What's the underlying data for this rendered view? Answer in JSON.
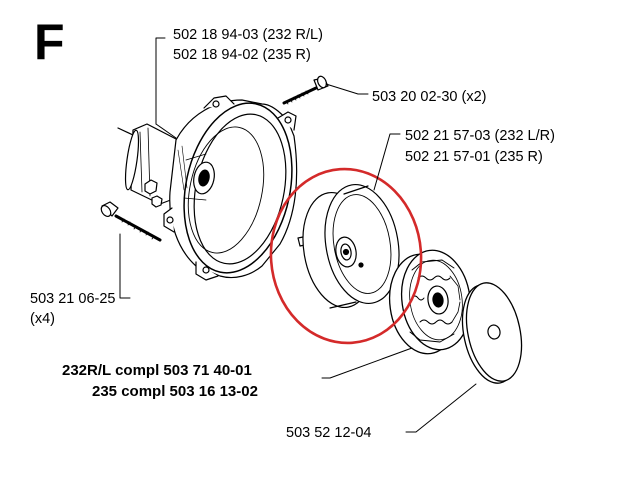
{
  "section_letter": "F",
  "labels": {
    "housing_1": "502 18 94-03 (232 R/L)",
    "housing_2": "502 18 94-02 (235 R)",
    "screw_top": "503 20 02-30 (x2)",
    "drum_1": "502 21 57-03 (232 L/R)",
    "drum_2": "502 21 57-01 (235 R)",
    "screw_left": "503 21 06-25",
    "screw_left_qty": "(x4)",
    "compl_1": "232R/L compl 503 71 40-01",
    "compl_2": "235 compl 503 16 13-02",
    "washer": "503 52 12-04"
  },
  "colors": {
    "ink": "#000000",
    "highlight": "#d42a2a"
  }
}
